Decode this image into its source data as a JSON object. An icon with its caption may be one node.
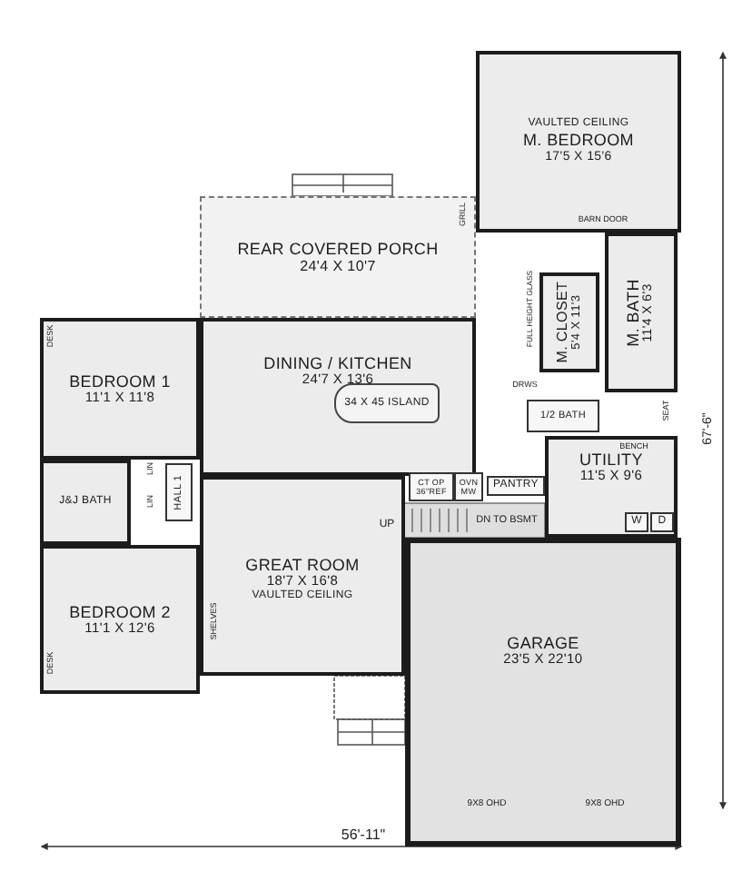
{
  "diagram": {
    "nodes": [
      {
        "text": [
          "VAULTED CEILING",
          "M. BEDROOM",
          "17'5 X 15'6"
        ]
      },
      {
        "text": [
          "REAR COVERED PORCH",
          "24'4 X 10'7"
        ]
      },
      {
        "text": [
          "M. CLOSET",
          "5'4 X 11'3"
        ]
      },
      {
        "text": [
          "M. BATH",
          "11'4 X 6'3"
        ]
      },
      {
        "text": [
          "BEDROOM 1",
          "11'1 X 11'8"
        ]
      },
      {
        "text": [
          "DINING / KITCHEN",
          "24'7 X 13'6"
        ]
      },
      {
        "text": [
          "34 X 45 ISLAND"
        ],
        "in": 5
      },
      {
        "text": [
          "J&J BATH"
        ]
      },
      {
        "text": [
          "HALL 1"
        ]
      },
      {
        "text": [
          "1/2 BATH"
        ]
      },
      {
        "text": [
          "CT OP 36\"REF"
        ]
      },
      {
        "text": [
          "OVN MW"
        ]
      },
      {
        "text": [
          "PANTRY"
        ]
      },
      {
        "text": [
          "UTILITY",
          "11'5 X 9'6"
        ]
      },
      {
        "text": [
          "W"
        ],
        "in": 13
      },
      {
        "text": [
          "D"
        ],
        "in": 13
      },
      {
        "text": [
          "GREAT ROOM",
          "18'7 X 16'8",
          "VAULTED CEILING"
        ]
      },
      {
        "text": [
          "BEDROOM 2",
          "11'1 X 12'6"
        ]
      },
      {
        "text": [
          "GARAGE",
          "23'5 X 22'10"
        ]
      }
    ],
    "labels": [
      "BARN DOOR",
      "GRILL",
      "FULL HEIGHT GLASS",
      "DESK",
      "DRWS",
      "BENCH",
      "SEAT",
      "LIN",
      "LIN",
      "UP",
      "DN TO BSMT",
      "SHELVES",
      "DESK",
      "9X8 OHD",
      "9X8 OHD",
      "67'-6\"",
      "56'-11\""
    ]
  }
}
